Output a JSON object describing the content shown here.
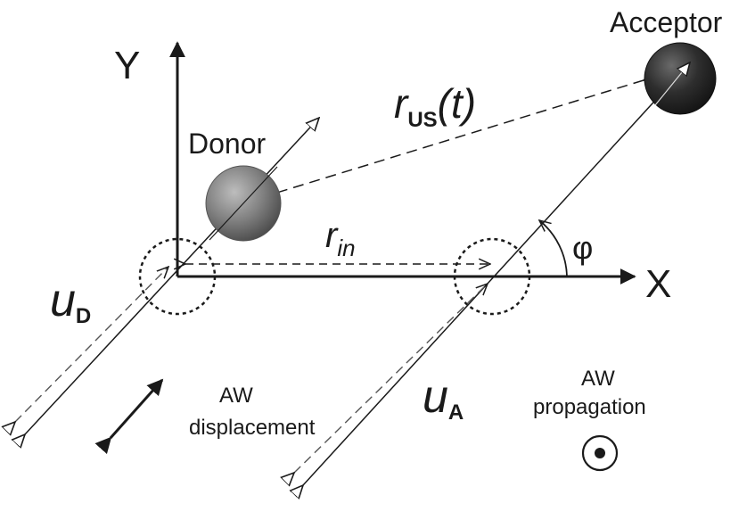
{
  "axes": {
    "x_label": "X",
    "y_label": "Y"
  },
  "particles": {
    "donor_label": "Donor",
    "acceptor_label": "Acceptor"
  },
  "distances": {
    "r_us_symbol": "r",
    "r_us_subscript": "US",
    "r_us_argument": "(t)",
    "r_in_symbol": "r",
    "r_in_subscript": "in"
  },
  "angle_symbol": "φ",
  "displacements": {
    "u_d_symbol": "u",
    "u_d_subscript": "D",
    "u_a_symbol": "u",
    "u_a_subscript": "A"
  },
  "legend": {
    "aw_displacement_line1": "AW",
    "aw_displacement_line2": "displacement",
    "aw_propagation_line1": "AW",
    "aw_propagation_line2": "propagation"
  },
  "colors": {
    "ink": "#1a1a1a",
    "donor_sphere": "#7a7a7a",
    "acceptor_sphere": "#2b2b2b"
  }
}
